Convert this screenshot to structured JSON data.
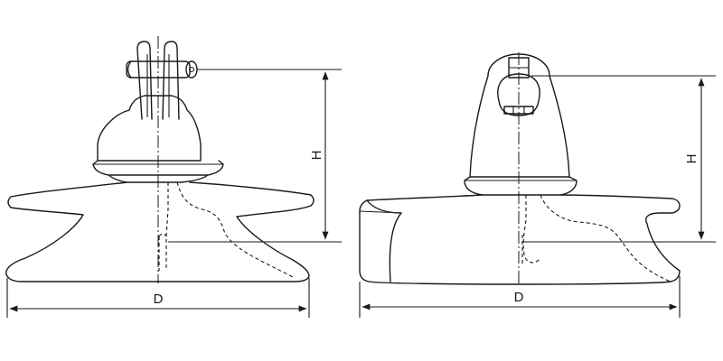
{
  "diagrams": [
    {
      "height_label": "H",
      "diameter_label": "D"
    },
    {
      "height_label": "H",
      "diameter_label": "D"
    }
  ],
  "colors": {
    "line": "#1a1a1a",
    "background": "#ffffff"
  }
}
